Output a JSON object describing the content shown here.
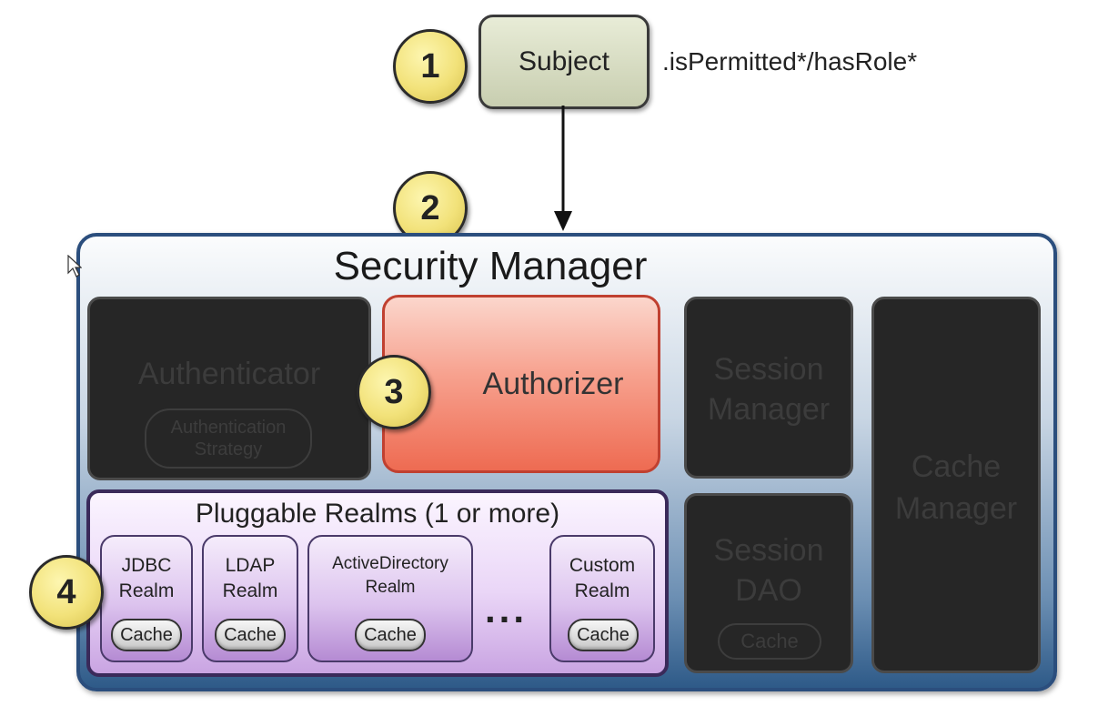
{
  "steps": [
    "1",
    "2",
    "3",
    "4"
  ],
  "subject": {
    "label": "Subject",
    "call": ".isPermitted*/hasRole*"
  },
  "security_manager": {
    "title": "Security Manager",
    "authenticator": {
      "label": "Authenticator",
      "strategy_line1": "Authentication",
      "strategy_line2": "Strategy"
    },
    "authorizer": {
      "label": "Authorizer"
    },
    "session_manager": {
      "line1": "Session",
      "line2": "Manager"
    },
    "session_dao": {
      "line1": "Session",
      "line2": "DAO",
      "cache": "Cache"
    },
    "cache_manager": {
      "line1": "Cache",
      "line2": "Manager"
    },
    "realms": {
      "title": "Pluggable Realms (1 or more)",
      "items": [
        {
          "line1": "JDBC",
          "line2": "Realm",
          "cache": "Cache"
        },
        {
          "line1": "LDAP",
          "line2": "Realm",
          "cache": "Cache"
        },
        {
          "line1": "ActiveDirectory",
          "line2": "Realm",
          "cache": "Cache"
        },
        {
          "line1": "Custom",
          "line2": "Realm",
          "cache": "Cache"
        }
      ],
      "ellipsis": "..."
    }
  },
  "colors": {
    "step_fill": "#f2e27a",
    "authorizer_fill": "#f7a18e",
    "realm_fill": "#dcc3ee",
    "manager_border": "#2b4e7d",
    "dark_box": "#262626"
  }
}
